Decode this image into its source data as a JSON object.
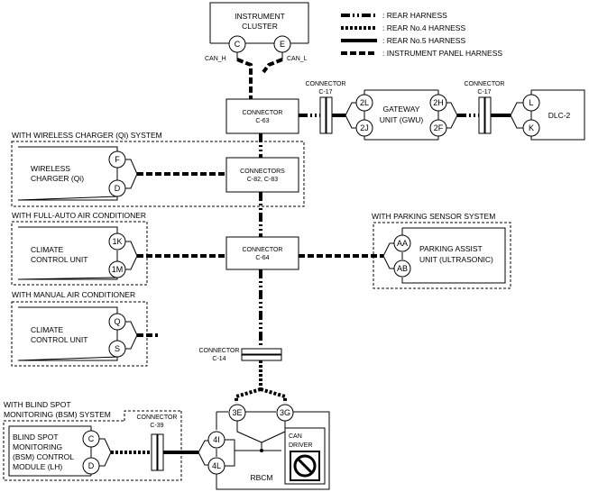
{
  "legend": [
    {
      "style": "rear",
      "label": ": REAR HARNESS"
    },
    {
      "style": "no4",
      "label": ": REAR No.4 HARNESS"
    },
    {
      "style": "no5",
      "label": ": REAR No.5 HARNESS"
    },
    {
      "style": "ip",
      "label": ": INSTRUMENT PANEL HARNESS"
    }
  ],
  "instrument_cluster": {
    "line1": "INSTRUMENT",
    "line2": "CLUSTER",
    "pin_c": "C",
    "pin_e": "E",
    "can_h": "CAN_H",
    "can_l": "CAN_L"
  },
  "c63": {
    "line1": "CONNECTOR",
    "line2": "C-63"
  },
  "c17_left": {
    "line1": "CONNECTOR",
    "line2": "C-17"
  },
  "c17_right": {
    "line1": "CONNECTOR",
    "line2": "C-17"
  },
  "gateway": {
    "line1": "GATEWAY",
    "line2": "UNIT (GWU)",
    "pin_2l": "2L",
    "pin_2j": "2J",
    "pin_2h": "2H",
    "pin_2f": "2F"
  },
  "dlc": {
    "label": "DLC-2",
    "pin_l": "L",
    "pin_k": "K"
  },
  "wireless_group": {
    "title": "WITH WIRELESS CHARGER (Qi) SYSTEM",
    "line1": "WIRELESS",
    "line2": "CHARGER (Qi)",
    "pin_f": "F",
    "pin_d": "D"
  },
  "c82": {
    "line1": "CONNECTORS",
    "line2": "C-82, C-83"
  },
  "auto_ac_group": {
    "title": "WITH FULL-AUTO AIR CONDITIONER",
    "line1": "CLIMATE",
    "line2": "CONTROL UNIT",
    "pin_1k": "1K",
    "pin_1m": "1M"
  },
  "c64": {
    "line1": "CONNECTOR",
    "line2": "C-64"
  },
  "parking_group": {
    "title": "WITH PARKING SENSOR SYSTEM",
    "line1": "PARKING ASSIST",
    "line2": "UNIT (ULTRASONIC)",
    "pin_aa": "AA",
    "pin_ab": "AB"
  },
  "manual_ac_group": {
    "title": "WITH MANUAL AIR CONDITIONER",
    "line1": "CLIMATE",
    "line2": "CONTROL UNIT",
    "pin_q": "Q",
    "pin_s": "S"
  },
  "c14": {
    "line1": "CONNECTOR",
    "line2": "C-14"
  },
  "bsm_group": {
    "title1": "WITH BLIND SPOT",
    "title2": "MONITORING (BSM) SYSTEM",
    "line1": "BLIND SPOT",
    "line2": "MONITORING",
    "line3": "(BSM) CONTROL",
    "line4": "MODULE (LH)",
    "pin_c": "C",
    "pin_d": "D"
  },
  "c39": {
    "line1": "CONNECTOR",
    "line2": "C-39"
  },
  "rbcm": {
    "label": "RBCM",
    "pin_3e": "3E",
    "pin_3g": "3G",
    "pin_4i": "4I",
    "pin_4l": "4L",
    "can_driver1": "CAN",
    "can_driver2": "DRIVER"
  }
}
